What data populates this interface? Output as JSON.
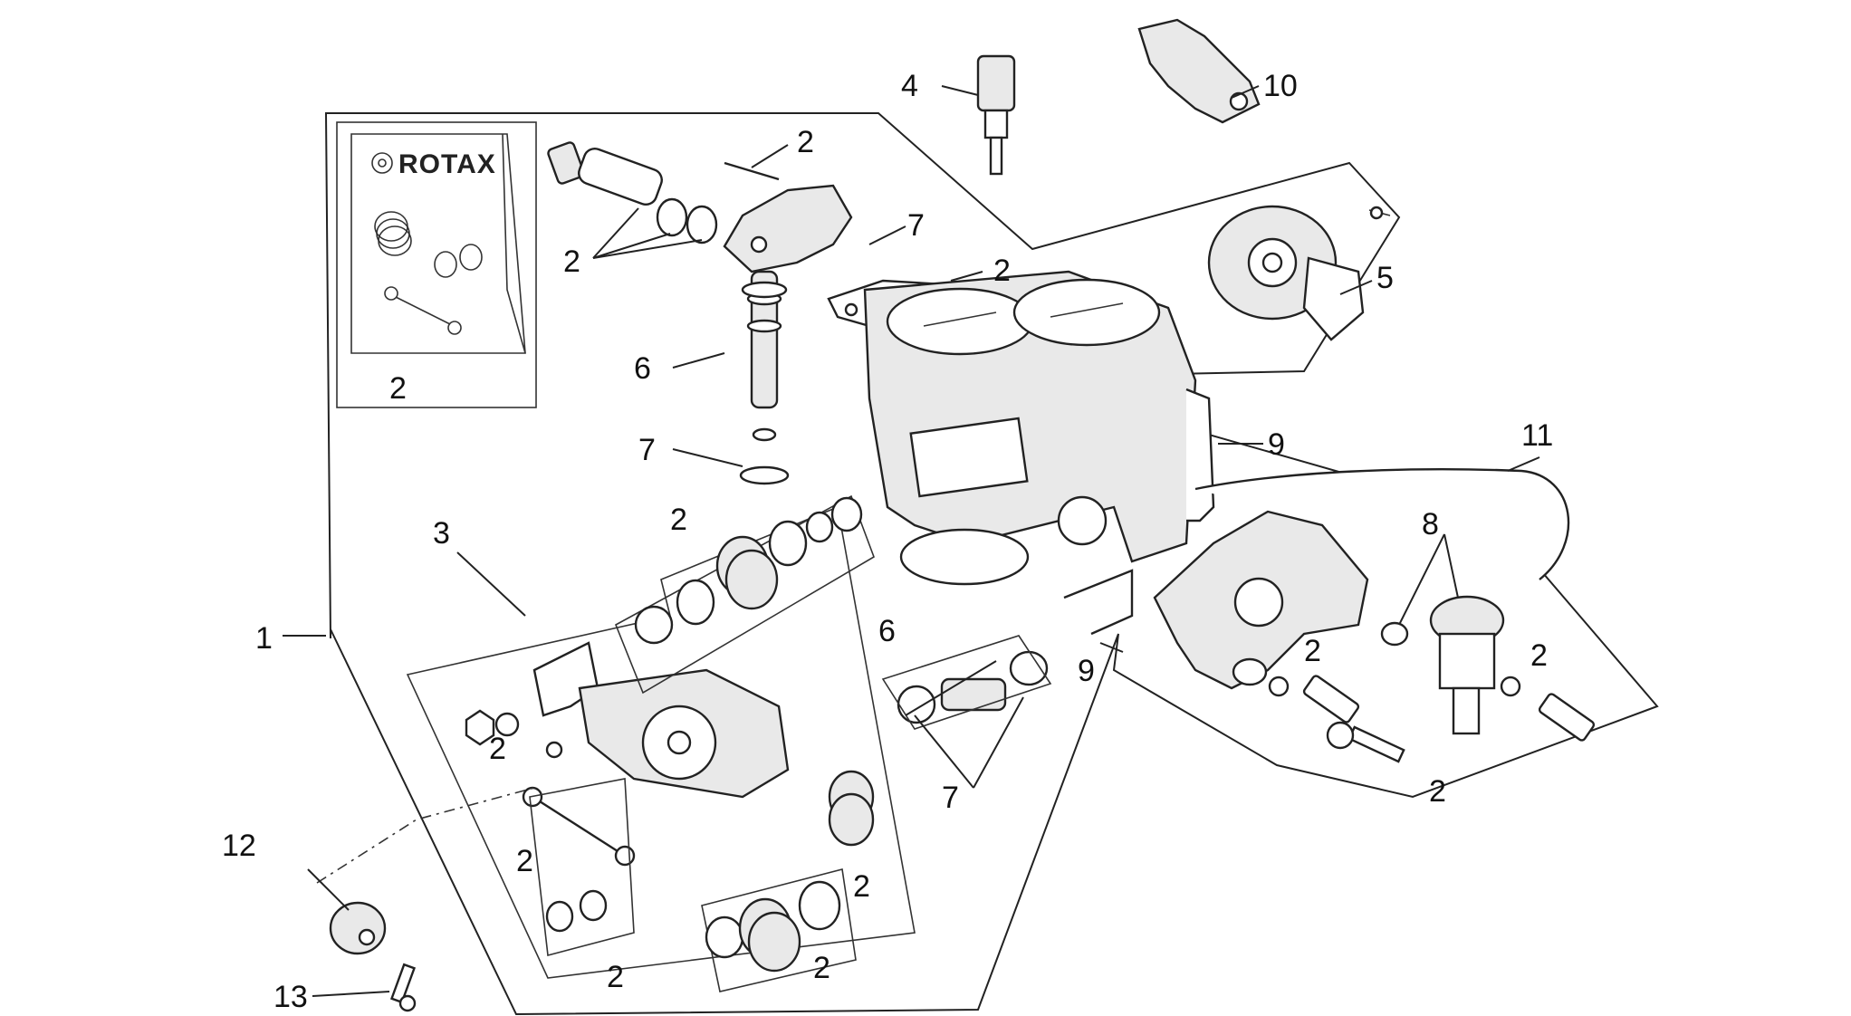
{
  "brand": {
    "logo_text": "ROTAX"
  },
  "callouts": {
    "c1": "1",
    "c2": "2",
    "c3": "3",
    "c4": "4",
    "c5": "5",
    "c6": "6",
    "c7": "7",
    "c8": "8",
    "c9": "9",
    "c10": "10",
    "c11": "11",
    "c12": "12",
    "c13": "13"
  },
  "colors": {
    "line": "#222222",
    "background": "#ffffff",
    "part_fill": "#e9e9e9"
  }
}
